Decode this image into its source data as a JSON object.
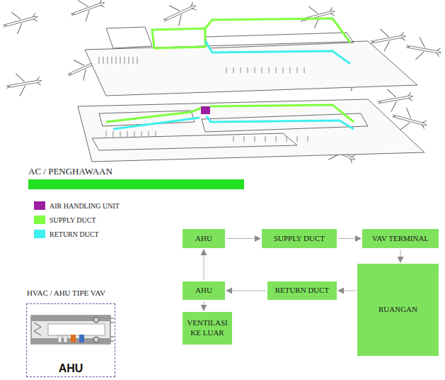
{
  "diagram": {
    "title": "AC / PENGHAWAAN",
    "nodes": [
      {
        "text": [
          "AHU"
        ]
      },
      {
        "text": [
          "SUPPLY DUCT"
        ]
      },
      {
        "text": [
          "VAV TERMINAL"
        ]
      },
      {
        "text": [
          "HVAC / AHU TIPE VAV",
          "AHU"
        ]
      },
      {
        "text": [
          "AHU"
        ]
      },
      {
        "text": [
          "RETURN DUCT"
        ]
      },
      {
        "text": [
          "RUANGAN"
        ]
      },
      {
        "text": [
          "VENTILASI KE LUAR"
        ]
      }
    ],
    "edges": [
      {
        "from": 0,
        "to": 1,
        "arrow": "to"
      },
      {
        "from": 1,
        "to": 2,
        "arrow": "to"
      },
      {
        "from": 2,
        "to": 6,
        "arrow": "to"
      },
      {
        "from": 6,
        "to": 5,
        "arrow": "to"
      },
      {
        "from": 5,
        "to": 4,
        "arrow": "to"
      },
      {
        "from": 4,
        "to": 0,
        "arrow": "to"
      },
      {
        "from": 4,
        "to": 7,
        "arrow": "to"
      }
    ],
    "legend": [
      {
        "text": "AIR HANDLING UNIT",
        "color": "#9b1fa0"
      },
      {
        "text": "SUPPLY DUCT",
        "color": "#80ff40"
      },
      {
        "text": "RETURN DUCT",
        "color": "#3fefef"
      }
    ]
  }
}
